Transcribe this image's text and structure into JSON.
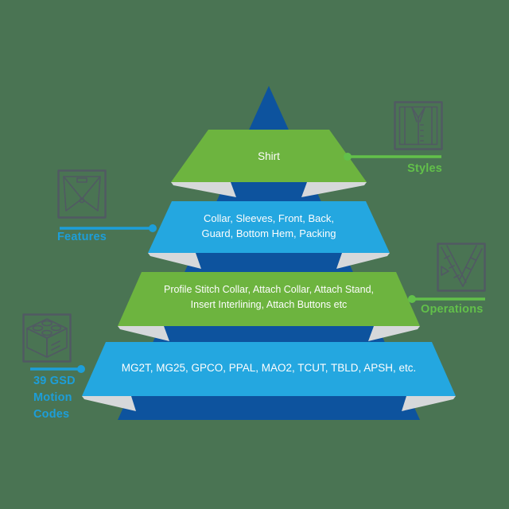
{
  "background_color": "#4a7453",
  "colors": {
    "tier_green": "#6db43f",
    "tier_blue": "#24a7e0",
    "dark_blue": "#0d539e",
    "gray_flap": "#d6d8da",
    "label_green": "#62c04a",
    "label_blue": "#1d9ed9",
    "icon_stroke": "#515963",
    "tier_text": "#fdfdfd"
  },
  "pyramid": {
    "tiers": [
      {
        "id": "tier-shirt",
        "color": "green",
        "lines": [
          "Shirt"
        ]
      },
      {
        "id": "tier-features",
        "color": "blue",
        "lines": [
          "Collar, Sleeves, Front, Back,",
          "Guard, Bottom Hem, Packing"
        ]
      },
      {
        "id": "tier-operations",
        "color": "green",
        "lines": [
          "Profile Stitch Collar, Attach Collar, Attach Stand,",
          "Insert Interlining, Attach Buttons etc"
        ]
      },
      {
        "id": "tier-motion-codes",
        "color": "blue",
        "lines": [
          "MG2T, MG25, GPCO, PPAL, MAO2, TCUT, TBLD, APSH, etc."
        ]
      }
    ]
  },
  "callouts": {
    "styles": {
      "label": "Styles",
      "icon": "shirt-icon",
      "side": "right"
    },
    "features": {
      "label": "Features",
      "icon": "collar-icon",
      "side": "left"
    },
    "operations": {
      "label": "Operations",
      "icon": "stitch-icon",
      "side": "right"
    },
    "motion_codes": {
      "lines": [
        "39 GSD",
        "Motion",
        "Codes"
      ],
      "icon": "motion-block-icon",
      "side": "left"
    }
  }
}
